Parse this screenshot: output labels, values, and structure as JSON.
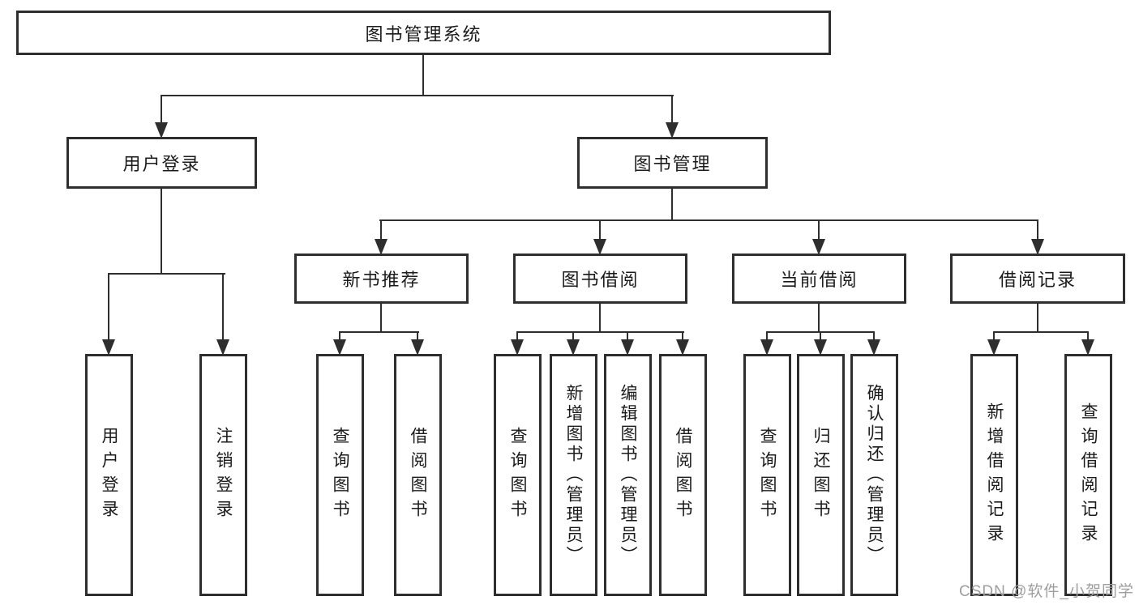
{
  "diagram": {
    "root": {
      "label": "图书管理系统"
    },
    "level2": [
      {
        "label": "用户登录"
      },
      {
        "label": "图书管理"
      }
    ],
    "level3": [
      {
        "label": "新书推荐"
      },
      {
        "label": "图书借阅"
      },
      {
        "label": "当前借阅"
      },
      {
        "label": "借阅记录"
      }
    ],
    "leaves": {
      "user_login": [
        "用户登录",
        "注销登录"
      ],
      "new_books": [
        "查询图书",
        "借阅图书"
      ],
      "book_borrow": [
        "查询图书",
        "新增图书（管理员）",
        "编辑图书（管理员）",
        "借阅图书"
      ],
      "current_borrow": [
        "查询图书",
        "归还图书",
        "确认归还（管理员）"
      ],
      "borrow_records": [
        "新增借阅记录",
        "查询借阅记录"
      ]
    },
    "colors": {
      "line": "#2e2e2e",
      "text": "#1b1b1b",
      "background": "#ffffff",
      "watermark_gray": "#9e9e9e"
    }
  },
  "watermark": {
    "text": "CSDN @软件_小贺同学"
  }
}
